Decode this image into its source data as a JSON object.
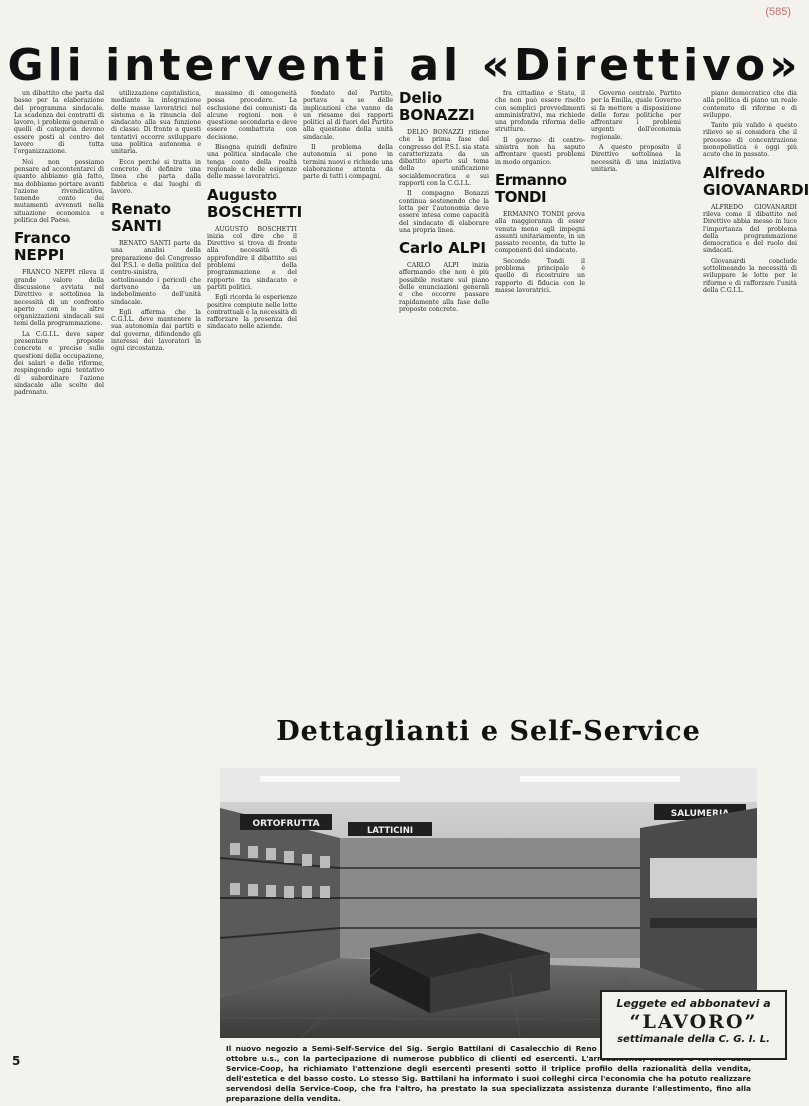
{
  "page_number_top": "(585)",
  "title": "Gli interventi al «Direttivo»",
  "columns": [
    {
      "paragraphs": [
        "un dibattito che parta dal basso per la elaborazione del programma sindacale. La scadenza dei contratti di lavoro, i problemi generali e quelli di categoria devono essere posti al centro del lavoro di tutta l'organizzazione.",
        "Noi non possiamo pensare ad accontentarci di quanto abbiamo già fatto, ma dobbiamo portare avanti l'azione rivendicativa, tenendo conto dei mutamenti avvenuti nella situazione economica e politica del Paese."
      ],
      "byline": "Franco NEPPI",
      "after_byline": [
        "FRANCO NEPPI rileva il grande valore della discussione avviata nel Direttivo e sottolinea la necessità di un confronto aperto con le altre organizzazioni sindacali sui temi della programmazione.",
        "La C.G.I.L. deve saper presentare proposte concrete e precise sulle questioni della occupazione, dei salari e delle riforme, respingendo ogni tentativo di subordinare l'azione sindacale alle scelte del padronato."
      ]
    },
    {
      "paragraphs": [
        "utilizzazione capitalistica, mediante la integrazione delle masse lavoratrici nel sistema e la rinuncia del sindacato alla sua funzione di classe. Di fronte a questi tentativi occorre sviluppare una politica autonoma e unitaria.",
        "Ecco perché si tratta in concreto di definire una linea che parta dalla fabbrica e dai luoghi di lavoro."
      ],
      "byline": "Renato SANTI",
      "after_byline": [
        "RENATO SANTI parte da una analisi della preparazione del Congresso del P.S.I. e della politica del centro-sinistra, sottolineando i pericoli che derivano da un indebolimento dell'unità sindacale.",
        "Egli afferma che la C.G.I.L. deve mantenere la sua autonomia dai partiti e dal governo, difendendo gli interessi dei lavoratori in ogni circostanza."
      ]
    },
    {
      "paragraphs": [
        "massimo di omogeneità possa procedere. La esclusione dei comunisti da alcune regioni non è questione secondaria e deve essere combattuta con decisione.",
        "Bisogna quindi definire una politica sindacale che tenga conto della realtà regionale e delle esigenze delle masse lavoratrici."
      ],
      "byline": "Augusto BOSCHETTI",
      "after_byline": [
        "AUGUSTO BOSCHETTI inizia col dire che il Direttivo si trova di fronte alla necessità di approfondire il dibattito sui problemi della programmazione e del rapporto tra sindacato e partiti politici.",
        "Egli ricorda le esperienze positive compiute nelle lotte contrattuali e la necessità di rafforzare la presenza del sindacato nelle aziende."
      ]
    },
    {
      "paragraphs": [
        "fondato del Partito, portava a se delle implicazioni che vanno da un riesame dei rapporti politici al di fuori del Partito alla questione della unità sindacale.",
        "Il problema della autonomia si pone in termini nuovi e richiede una elaborazione attenta da parte di tutti i compagni."
      ],
      "byline": "",
      "after_byline": []
    },
    {
      "paragraphs": [],
      "byline": "Delio BONAZZI",
      "after_byline": [
        "DELIO BONAZZI ritiene che la prima fase del congresso del P.S.I. sia stata caratterizzata da un dibattito aperto sul tema della unificazione socialdemocratica e sui rapporti con la C.G.I.L.",
        "Il compagno Bonazzi continua sostenendo che la lotta per l'autonomia deve essere intesa come capacità del sindacato di elaborare una propria linea."
      ],
      "byline2": "Carlo ALPI",
      "after_byline2": [
        "CARLO ALPI inizia affermando che non è più possibile restare sul piano delle enunciazioni generali e che occorre passare rapidamente alla fase delle proposte concrete."
      ]
    },
    {
      "paragraphs": [
        "fra cittadino e Stato, il che non può essere risolto con semplici provvedimenti amministrativi, ma richiede una profonda riforma delle strutture.",
        "Il governo di centro-sinistra non ha saputo affrontare questi problemi in modo organico."
      ],
      "byline": "Ermanno TONDI",
      "after_byline": [
        "ERMANNO TONDI prova alla maggioranza di esser venuta meno agli impegni assunti unitariamente, in un passato recente, da tutte le componenti del sindacato.",
        "Secondo Tondi il problema principale è quello di ricostruire un rapporto di fiducia con le masse lavoratrici."
      ]
    },
    {
      "paragraphs": [
        "Governo centrale. Partito per la Emilia, quale Governo si fa mettere a disposizione delle forze politiche per affrontare i problemi urgenti dell'economia regionale.",
        "A questo proposito il Direttivo sottolinea la necessità di una iniziativa unitaria."
      ],
      "byline": "",
      "after_byline": []
    },
    {
      "paragraphs": [
        "piano democratico che dia alla politica di piano un reale contenuto di riforme e di sviluppo.",
        "Tanto più valido è questo rilievo se si considera che il processo di concentrazione monopolistica è oggi più acuto che in passato."
      ],
      "byline": "Alfredo GIOVANARDI",
      "after_byline": [
        "ALFREDO GIOVANARDI rileva come il dibattito nel Direttivo abbia messo in luce l'importanza del problema della programmazione democratica e del ruolo dei sindacati.",
        "Giovanardi conclude sottolineando la necessità di sviluppare le lotte per le riforme e di rafforzare l'unità della C.G.I.L."
      ]
    }
  ],
  "inset": {
    "title": "Dettaglianti e Self-Service",
    "photo": {
      "sign_left": "ORTOFRUTTA",
      "sign_mid": "LATTICINI",
      "sign_right": "SALUMERIA"
    },
    "caption": "Il nuovo negozio a Semi-Self-Service del Sig. Sergio Battilani di Casalecchio di Reno (Bologna) inaugurato domenica 28 ottobre u.s., con la partecipazione di numerose pubblico di clienti ed esercenti. L'arredamento, studiato e fornito dalla Service-Coop, ha richiamato l'attenzione degli esercenti presenti sotto il triplice profilo della razionalità della vendita, dell'estetica e del basso costo. Lo stesso Sig. Battilani ha informato i suoi colleghi circa l'economia che ha potuto realizzare servendosi della Service-Coop, che fra l'altro, ha prestato la sua specializzata assistenza durante l'allestimento, fino alla preparazione della vendita."
  },
  "ad": {
    "line1": "Leggete ed abbonatevi a",
    "line2": "“LAVORO”",
    "line3": "settimanale della C. G. I. L."
  },
  "page_number": "5"
}
